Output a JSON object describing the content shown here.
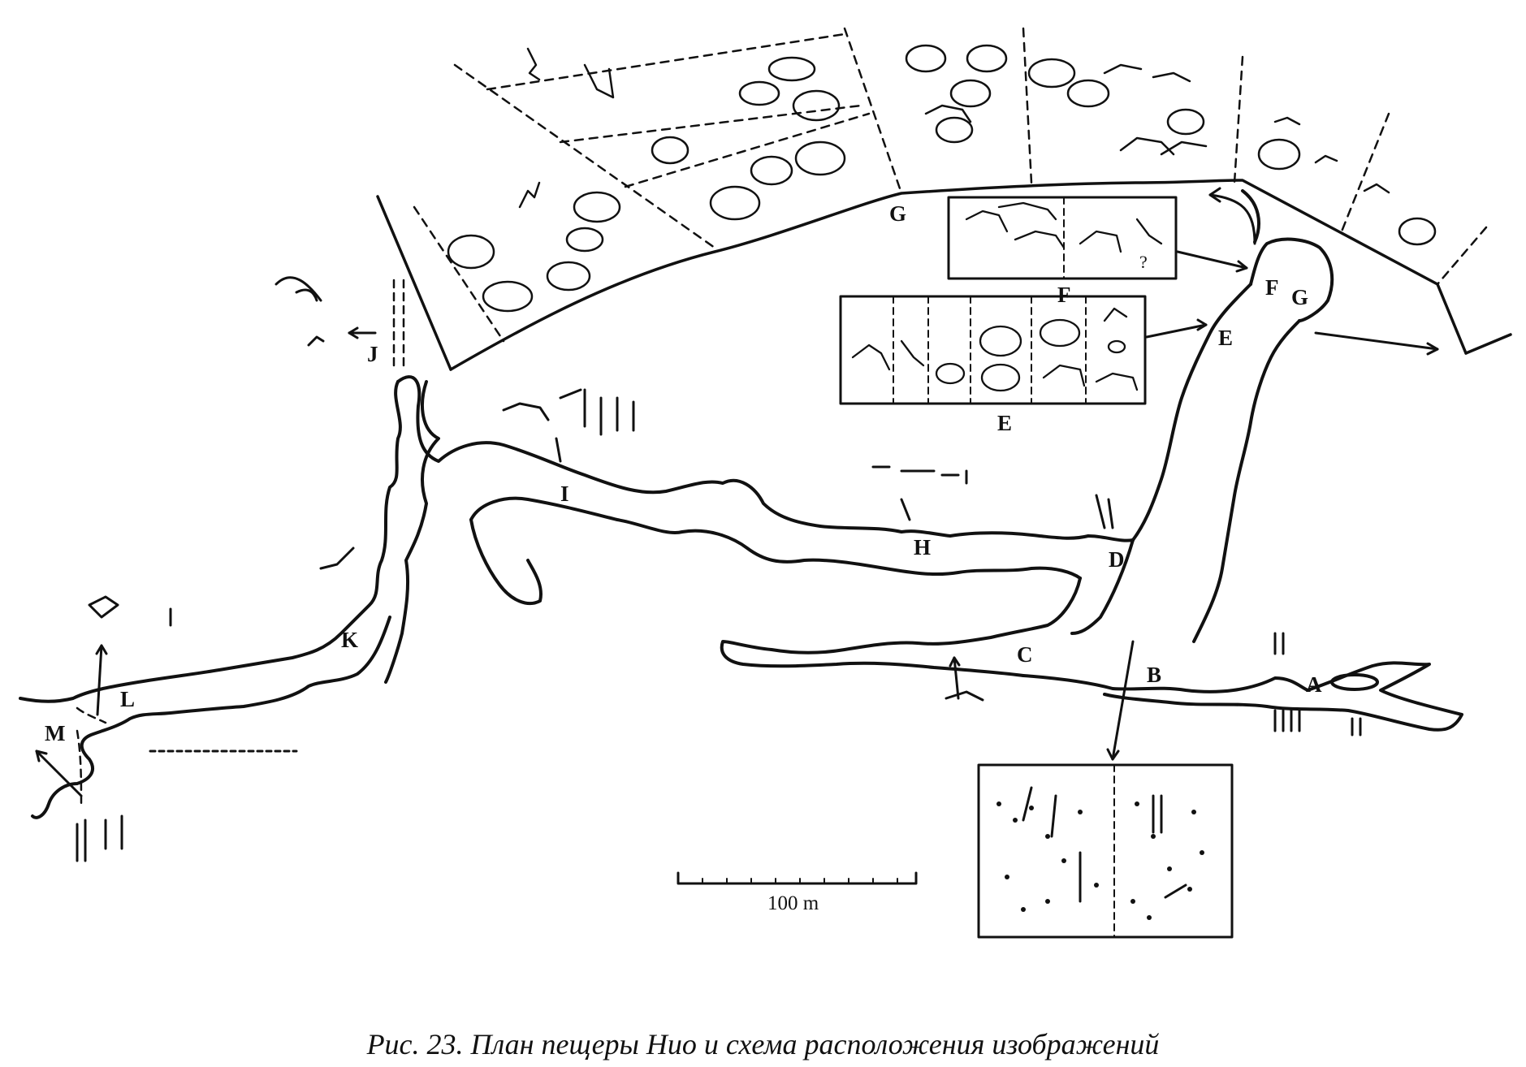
{
  "labels": {
    "A": "A",
    "B": "B",
    "C": "C",
    "D": "D",
    "E": "E",
    "E_panel": "E",
    "F": "F",
    "F_panel": "F",
    "G": "G",
    "G_wall": "G",
    "H": "H",
    "I": "I",
    "J": "J",
    "K": "K",
    "L": "L",
    "M": "M",
    "question": "?"
  },
  "scale": {
    "label": "100 m"
  },
  "caption": "Рис. 23. План пещеры Нио и схема расположения изображений",
  "colors": {
    "ink": "#111111",
    "background": "#ffffff"
  }
}
